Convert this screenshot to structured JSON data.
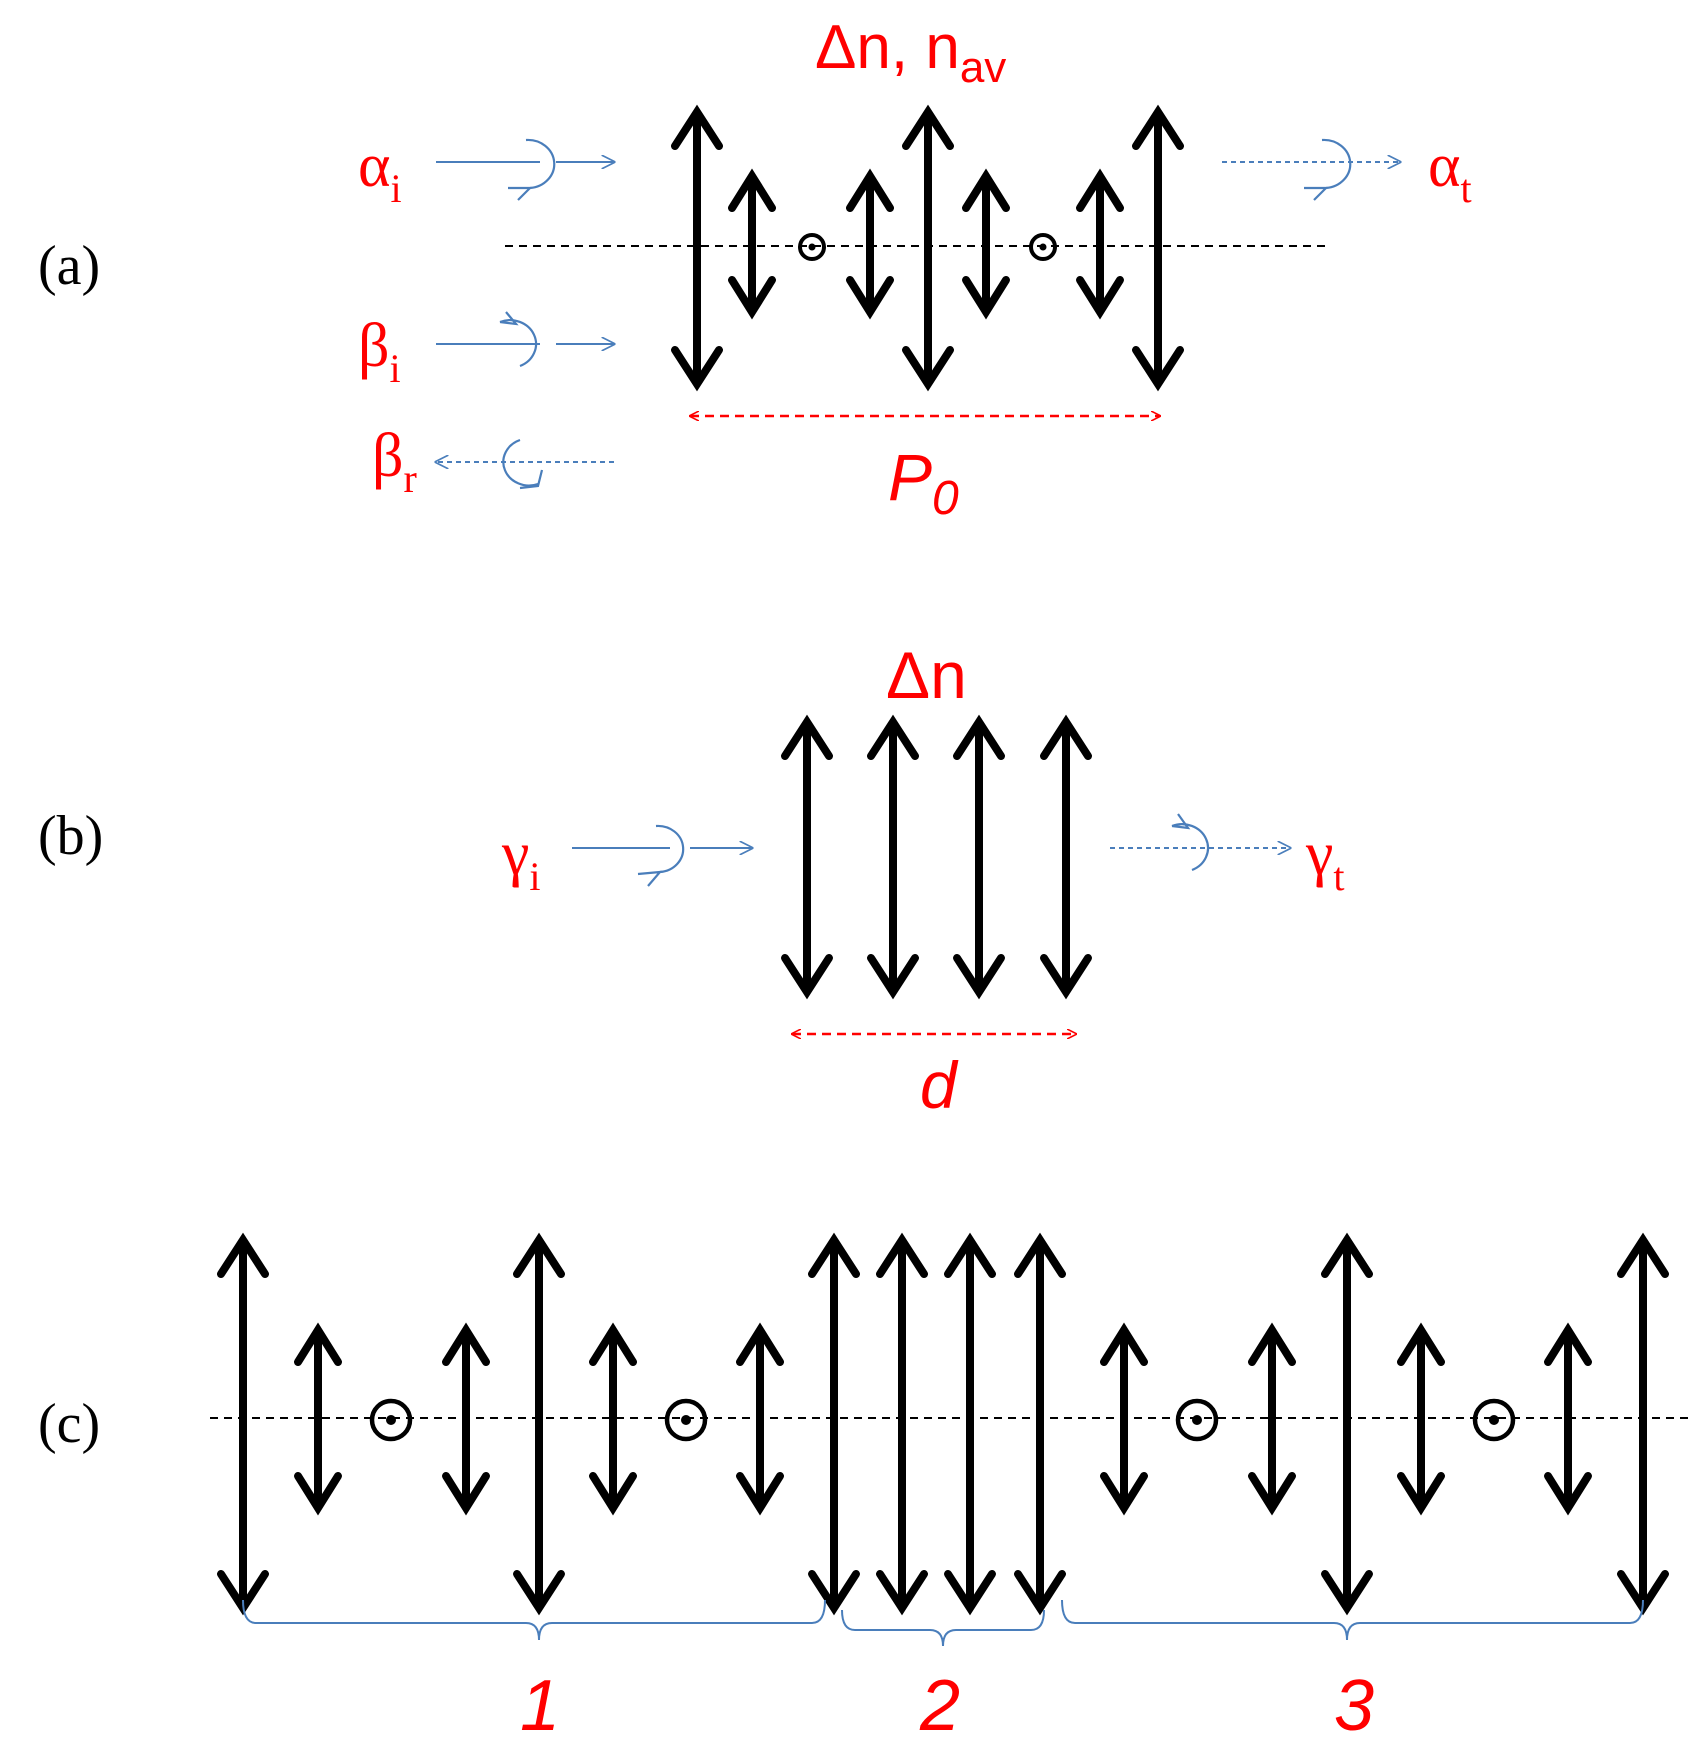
{
  "colors": {
    "arrows": "#000000",
    "labels": "#ff0000",
    "beams": "#4a7ebb",
    "background": "#ffffff"
  },
  "panels": {
    "a": {
      "label": "(a)",
      "medium_prefix": "Δn, n",
      "medium_sub": "av",
      "alpha_in": "α",
      "alpha_in_sub": "i",
      "alpha_out": "α",
      "alpha_out_sub": "t",
      "beta_in": "β",
      "beta_in_sub": "i",
      "beta_ref": "β",
      "beta_ref_sub": "r",
      "period": "P",
      "period_sub": "0"
    },
    "b": {
      "label": "(b)",
      "medium": "Δn",
      "gamma_in": "γ",
      "gamma_in_sub": "i",
      "gamma_out": "γ",
      "gamma_out_sub": "t",
      "thickness": "d"
    },
    "c": {
      "label": "(c)",
      "regions": [
        "1",
        "2",
        "3"
      ]
    }
  }
}
